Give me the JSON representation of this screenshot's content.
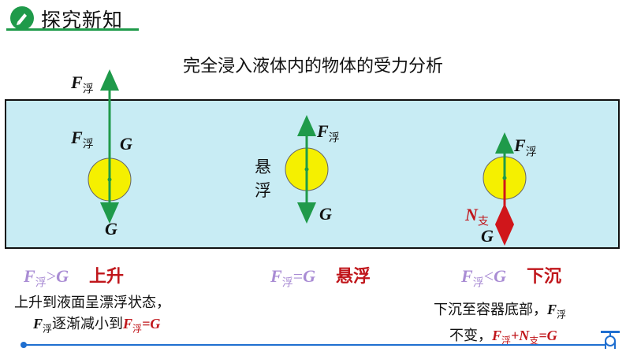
{
  "header": {
    "title": "探究新知",
    "icon": "pencil-icon",
    "accent": "#1f9a4a"
  },
  "main_title": "完全浸入液体内的物体的受力分析",
  "f_symbol": "F",
  "sub_buoy": "浮",
  "g_symbol": "G",
  "n_symbol": "N",
  "sub_support": "支",
  "cases": [
    {
      "ops": ">",
      "state": "上升",
      "note": [
        {
          "text": "上升到液面呈漂浮状态，"
        },
        {
          "text_a": "逐渐减小到",
          "eq": "="
        }
      ]
    },
    {
      "ops": "=",
      "state": "悬浮",
      "vertical_label": [
        "悬",
        "浮"
      ]
    },
    {
      "ops": "<",
      "state": "下沉",
      "note": [
        {
          "text_a": "下沉至容器底部，"
        },
        {
          "text_a": "不变，",
          "plus": "+",
          "eq": "="
        }
      ]
    }
  ],
  "colors": {
    "water": "#c8ecf4",
    "ball": "#f5f000",
    "arrow_green": "#1f9a4a",
    "arrow_red": "#d0161b",
    "cond_purple": "#a98cd4",
    "state_red": "#c0161b"
  }
}
